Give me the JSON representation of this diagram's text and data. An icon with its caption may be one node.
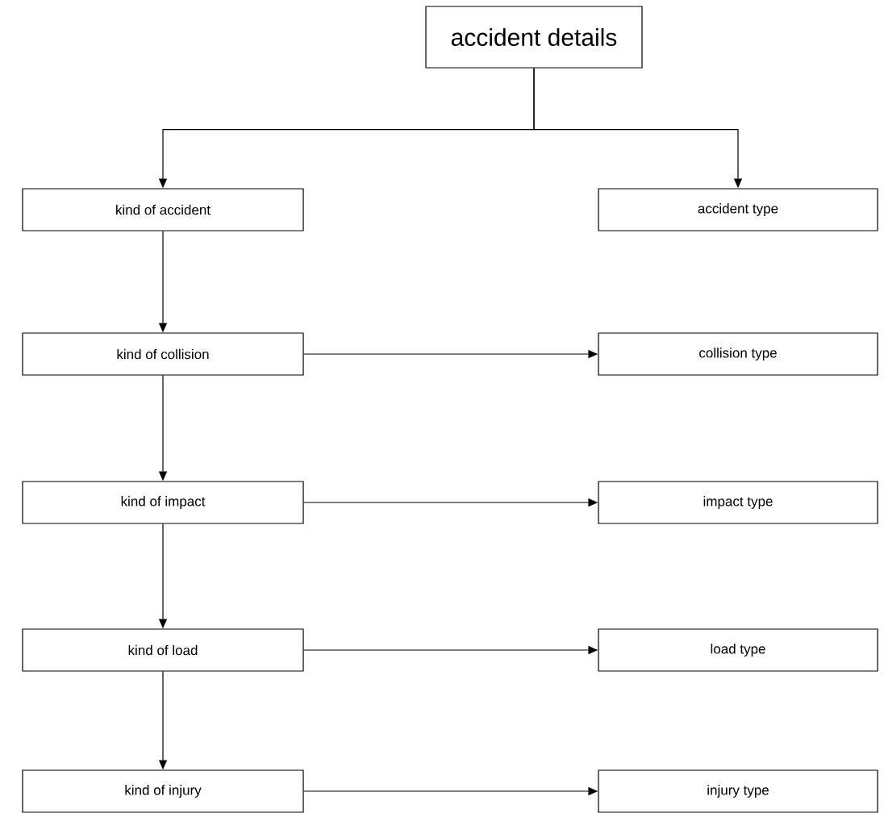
{
  "diagram": {
    "nodes": [
      {
        "text": [
          "accident details"
        ]
      },
      {
        "text": [
          "kind of accident"
        ]
      },
      {
        "text": [
          "accident type"
        ]
      },
      {
        "text": [
          "kind of collision"
        ]
      },
      {
        "text": [
          "collision type"
        ]
      },
      {
        "text": [
          "kind of impact"
        ]
      },
      {
        "text": [
          "impact type"
        ]
      },
      {
        "text": [
          "kind of load"
        ]
      },
      {
        "text": [
          "load type"
        ]
      },
      {
        "text": [
          "kind of injury"
        ]
      },
      {
        "text": [
          "injury type"
        ]
      }
    ],
    "edges": [
      {
        "from": 0,
        "to": 1,
        "arrow": "to"
      },
      {
        "from": 0,
        "to": 2,
        "arrow": "to"
      },
      {
        "from": 1,
        "to": 3,
        "arrow": "to"
      },
      {
        "from": 3,
        "to": 4,
        "arrow": "to"
      },
      {
        "from": 3,
        "to": 5,
        "arrow": "to"
      },
      {
        "from": 5,
        "to": 6,
        "arrow": "to"
      },
      {
        "from": 5,
        "to": 7,
        "arrow": "to"
      },
      {
        "from": 7,
        "to": 8,
        "arrow": "to"
      },
      {
        "from": 7,
        "to": 9,
        "arrow": "to"
      },
      {
        "from": 9,
        "to": 10,
        "arrow": "to"
      }
    ]
  }
}
